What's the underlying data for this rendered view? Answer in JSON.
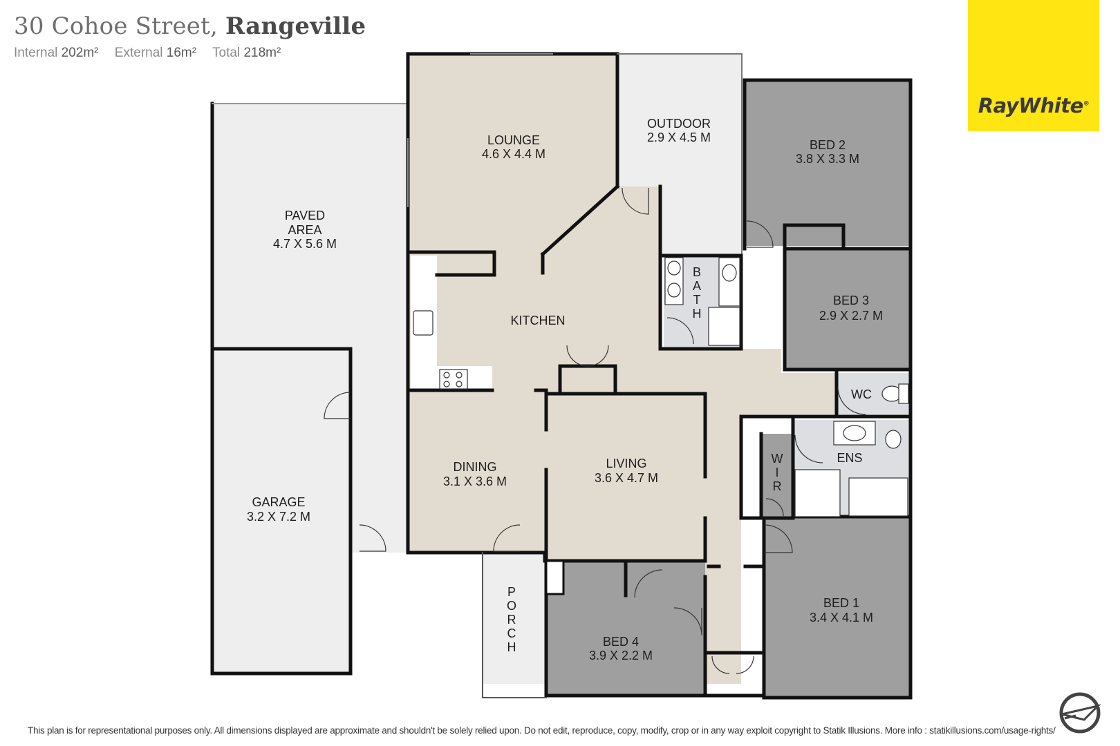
{
  "header": {
    "street": "30 Cohoe Street,",
    "suburb": "Rangeville",
    "areas": [
      {
        "label": "Internal",
        "value": "202m²"
      },
      {
        "label": "External",
        "value": "16m²"
      },
      {
        "label": "Total",
        "value": "218m²"
      }
    ]
  },
  "logo": {
    "text": "RayWhite",
    "mark": "®",
    "color": "#ffe512"
  },
  "rooms": {
    "paved": {
      "name1": "PAVED",
      "name2": "AREA",
      "dims": "4.7 X 5.6 M"
    },
    "lounge": {
      "name": "LOUNGE",
      "dims": "4.6 X 4.4 M"
    },
    "outdoor": {
      "name": "OUTDOOR",
      "dims": "2.9 X 4.5 M"
    },
    "bed2": {
      "name": "BED 2",
      "dims": "3.8 X 3.3 M"
    },
    "bath": {
      "letters": [
        "B",
        "A",
        "T",
        "H"
      ]
    },
    "kitchen": {
      "name": "KITCHEN"
    },
    "bed3": {
      "name": "BED 3",
      "dims": "2.9 X 2.7 M"
    },
    "wc": {
      "name": "WC"
    },
    "garage": {
      "name": "GARAGE",
      "dims": "3.2 X 7.2 M"
    },
    "dining": {
      "name": "DINING",
      "dims": "3.1 X 3.6 M"
    },
    "living": {
      "name": "LIVING",
      "dims": "3.6 X 4.7 M"
    },
    "ens": {
      "name": "ENS"
    },
    "wir": {
      "letters": [
        "W",
        "I",
        "R"
      ]
    },
    "porch": {
      "letters": [
        "P",
        "O",
        "R",
        "C",
        "H"
      ]
    },
    "bed4": {
      "name": "BED 4",
      "dims": "3.9 X 2.2 M"
    },
    "bed1": {
      "name": "BED 1",
      "dims": "3.4 X 4.1 M"
    }
  },
  "colors": {
    "living_zone": "#e2dbd0",
    "bedroom": "#9f9f9f",
    "external": "#eeeeee",
    "wet_area": "#dcdee2",
    "wall": "#111111"
  },
  "disclaimer": "This plan is for representational purposes only. All dimensions displayed are approximate and shouldn't be solely relied upon. Do not edit, reproduce, copy, modify, crop or in any way exploit copyright to Statik Illusions. More info : statikillusions.com/usage-rights/",
  "compass_icon": "compass-logo-icon"
}
